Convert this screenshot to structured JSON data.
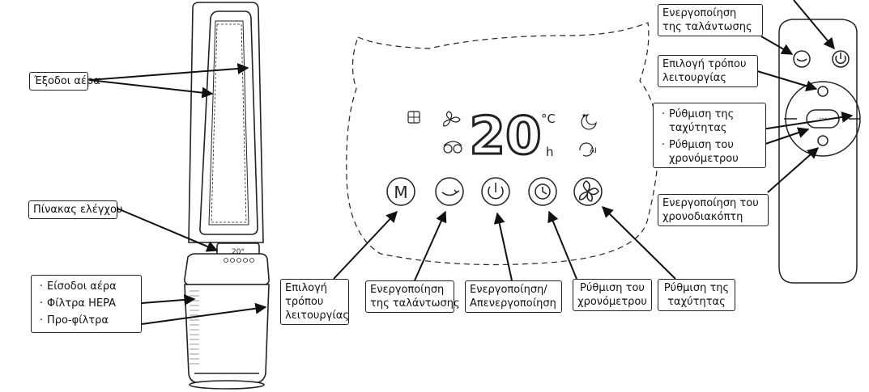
{
  "device": {
    "display_digits": "20",
    "display_unit_temp": "°C",
    "display_unit_hour": "h",
    "mini_display": "20°",
    "ai_icon_text": "AI",
    "mode_button_glyph": "M"
  },
  "labels": {
    "air_outlets": "Έξοδοι αέρα",
    "control_panel": "Πίνακας ελέγχου",
    "inlet_items": [
      "Είσοδοι αέρα",
      "Φίλτρα HEPA",
      "Προ-φίλτρα"
    ],
    "panel_mode": [
      "Επιλογή",
      "τρόπου",
      "λειτουργίας"
    ],
    "panel_oscillation": [
      "Ενεργοποίηση",
      "της ταλάντωσης"
    ],
    "panel_power": [
      "Ενεργοποίηση/",
      "Απενεργοποίηση"
    ],
    "panel_timer": [
      "Ρύθμιση του",
      "χρονόμετρου"
    ],
    "panel_speed": [
      "Ρύθμιση της",
      "ταχύτητας"
    ],
    "remote_oscillation": [
      "Ενεργοποίηση",
      "της ταλάντωσης"
    ],
    "remote_mode": [
      "Επιλογή τρόπου",
      "λειτουργίας"
    ],
    "remote_speed_timer": [
      [
        "Ρύθμιση της",
        "ταχύτητας"
      ],
      [
        "Ρύθμιση του",
        "χρονόμετρου"
      ]
    ],
    "remote_timer_switch": [
      "Ενεργοποίηση του",
      "χρονοδιακόπτη"
    ]
  }
}
